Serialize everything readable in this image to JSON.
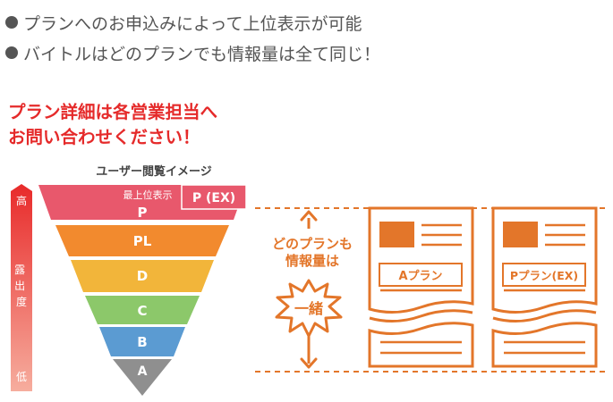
{
  "bullets": [
    "プランへのお申込みによって上位表示が可能",
    "バイトルはどのプランでも情報量は全て同じ！"
  ],
  "headline": [
    "プラン詳細は各営業担当へ",
    "お問い合わせください！"
  ],
  "pyramid": {
    "caption": "ユーザー閲覧イメージ",
    "top_label": "最上位表示",
    "top_badge": "P (EX)",
    "levels": [
      "P",
      "PL",
      "D",
      "C",
      "B",
      "A"
    ],
    "level_colors": [
      "#e8586c",
      "#f28a2e",
      "#f2b53a",
      "#8cc86a",
      "#5b9bd2",
      "#8f8f8f"
    ]
  },
  "axis": {
    "high": "高",
    "mid": "露出度",
    "low": "低"
  },
  "info": {
    "line1": "どのプランも",
    "line2": "情報量は",
    "burst": "一緒"
  },
  "cards": [
    {
      "label": "Aプラン"
    },
    {
      "label": "Pプラン(EX)"
    }
  ],
  "colors": {
    "accent": "#e3762a",
    "headline": "#e52a2a",
    "text": "#555555"
  }
}
